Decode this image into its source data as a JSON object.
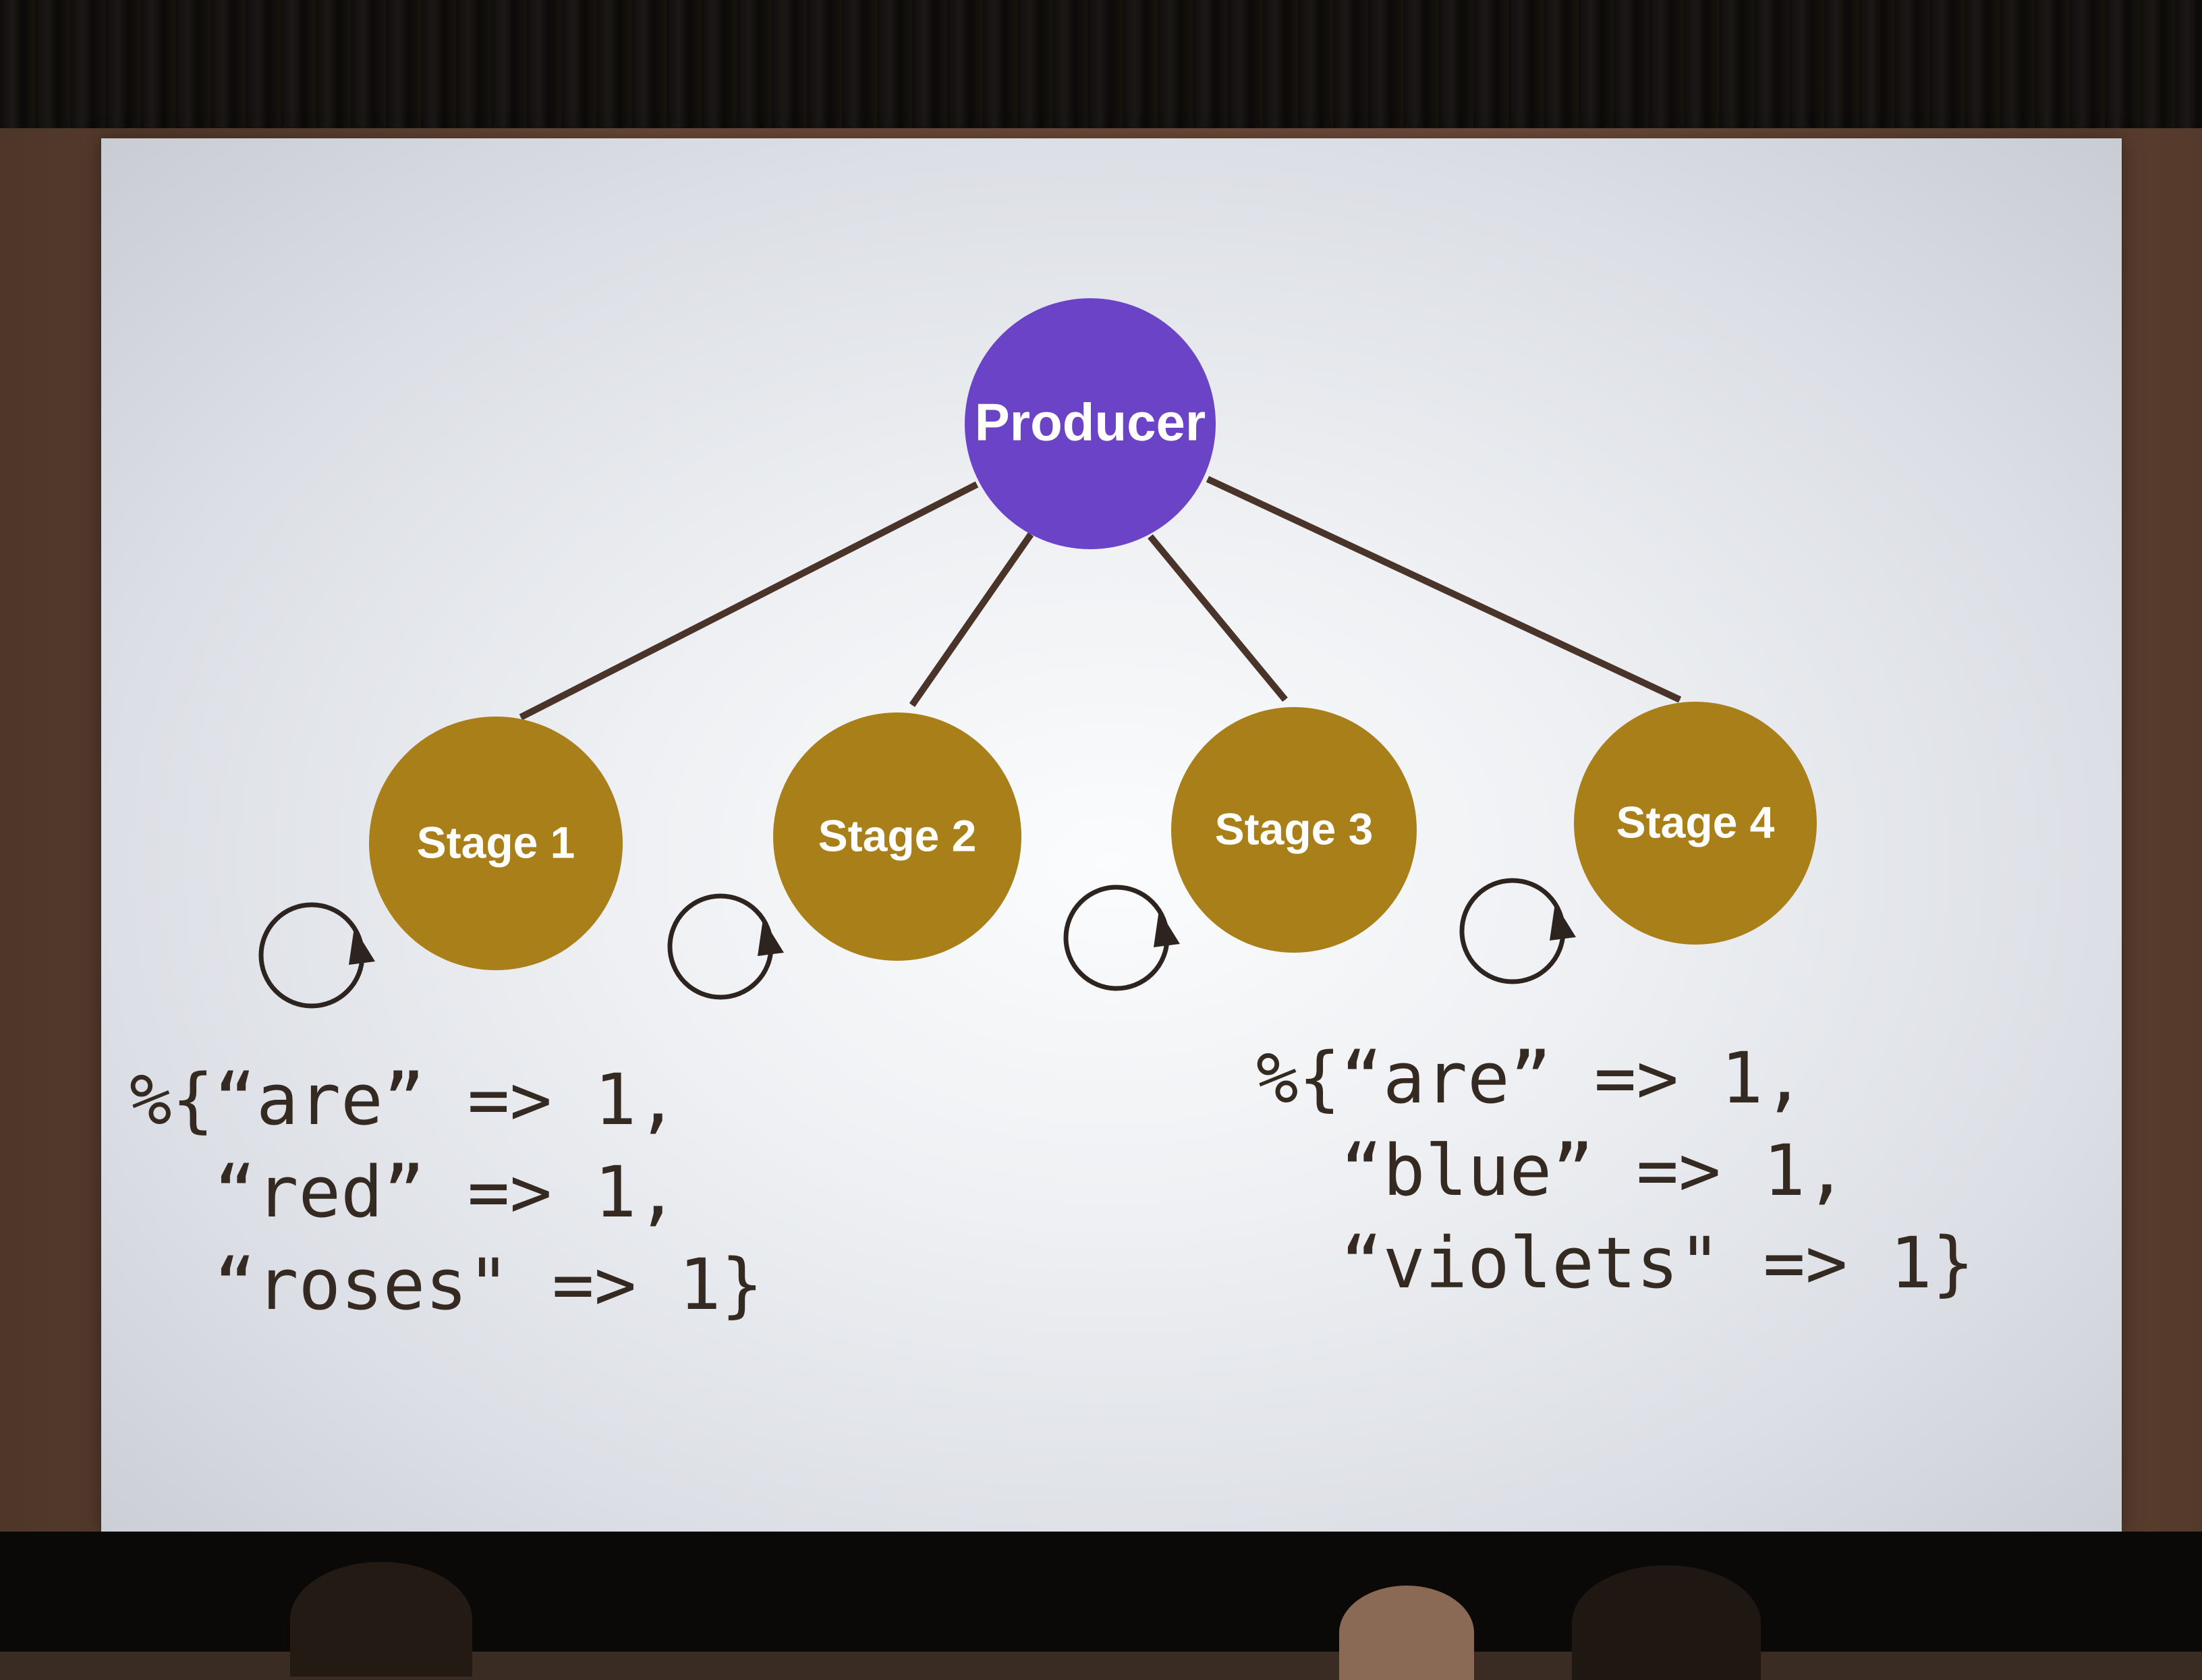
{
  "diagram": {
    "producer": {
      "label": "Producer",
      "color": "#6a43c6"
    },
    "stages": [
      {
        "label": "Stage 1",
        "color": "#a87f18"
      },
      {
        "label": "Stage 2",
        "color": "#a87f18"
      },
      {
        "label": "Stage 3",
        "color": "#a87f18"
      },
      {
        "label": "Stage 4",
        "color": "#a87f18"
      }
    ],
    "edge_color": "#4a342a"
  },
  "code_blocks": {
    "left": [
      "%{“are” => 1,",
      "  “red” => 1,",
      "  “roses\" => 1}"
    ],
    "right": [
      "%{“are” => 1,",
      "  “blue” => 1,",
      "  “violets\" => 1}"
    ]
  }
}
